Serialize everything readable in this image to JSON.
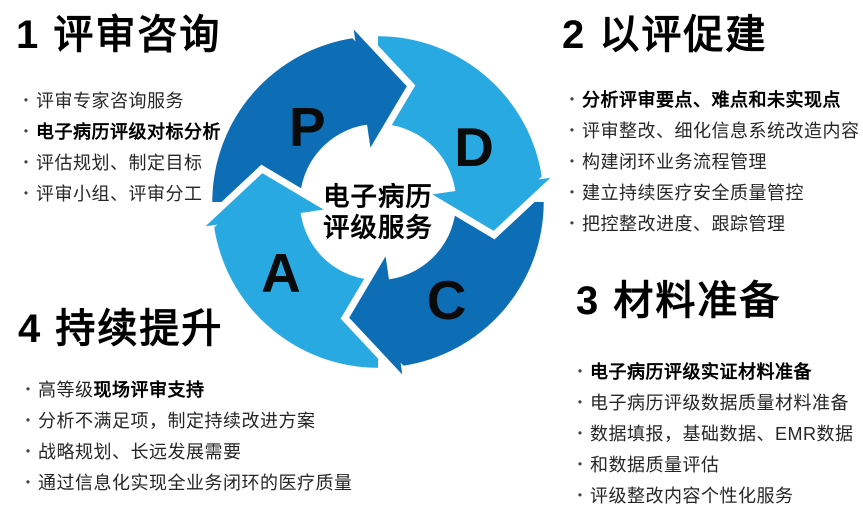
{
  "diagram": {
    "center_title_line1": "电子病历",
    "center_title_line2": "评级服务",
    "phase_letters": [
      "P",
      "D",
      "C",
      "A"
    ],
    "cycle_direction": "clockwise",
    "colors": {
      "dark_blue": "#0d6db5",
      "light_blue": "#29a9e2",
      "letter_color": "#0a0a0a",
      "gap_white": "#ffffff"
    }
  },
  "sections": [
    {
      "title": "1 评审咨询",
      "items": [
        "评审专家咨询服务",
        "电子病历评级对标分析",
        "评估规划、制定目标",
        "评审小组、评审分工"
      ]
    },
    {
      "title": "2 以评促建",
      "items": [
        "分析评审要点、难点和未实现点",
        "评审整改、细化信息系统改造内容",
        "构建闭环业务流程管理",
        "建立持续医疗安全质量管控",
        "把控整改进度、跟踪管理"
      ]
    },
    {
      "title": "3 材料准备",
      "items": [
        "电子病历评级实证材料准备",
        "电子病历评级数据质量材料准备",
        "数据填报，基础数据、EMR数据",
        "和数据质量评估",
        "评级整改内容个性化服务"
      ]
    },
    {
      "title": "4 持续提升",
      "items": [
        "高等级现场评审支持",
        "分析不满足项，制定持续改进方案",
        "战略规划、长远发展需要",
        "通过信息化实现全业务闭环的医疗质量"
      ],
      "item1_normal_prefix": "高等级",
      "item1_bold_part": "现场评审支持"
    }
  ]
}
